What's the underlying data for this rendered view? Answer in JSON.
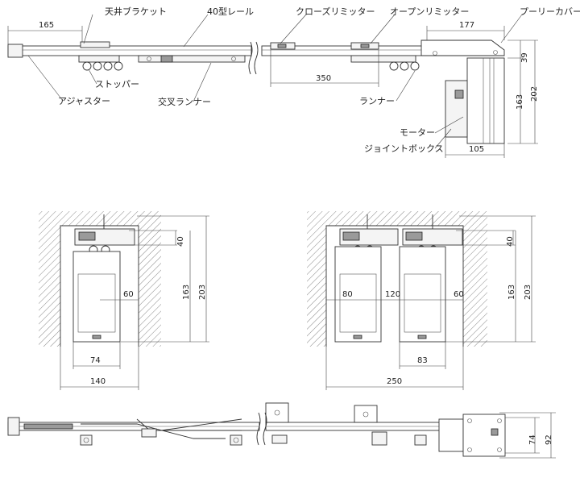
{
  "labels": {
    "ceiling_bracket": "天井ブラケット",
    "rail_40": "40型レール",
    "close_limiter": "クローズリミッター",
    "open_limiter": "オープンリミッター",
    "pulley_cover": "プーリーカバー",
    "stopper": "ストッパー",
    "adjuster": "アジャスター",
    "cross_runner": "交叉ランナー",
    "runner": "ランナー",
    "motor": "モーター",
    "joint_box": "ジョイントボックス"
  },
  "dimensions": {
    "top_left": "165",
    "top_right": "177",
    "top_mid": "350",
    "top_h1": "39",
    "top_h2": "163",
    "top_h3": "202",
    "top_w": "105",
    "s1_h40": "40",
    "s1_h163": "163",
    "s1_h203": "203",
    "s1_w60": "60",
    "s1_w74": "74",
    "s1_w140": "140",
    "s2_h40": "40",
    "s2_h163": "163",
    "s2_h203": "203",
    "s2_w80": "80",
    "s2_w120": "120",
    "s2_w60": "60",
    "s2_w83": "83",
    "s2_w250": "250",
    "bot_h74": "74",
    "bot_h92": "92"
  }
}
